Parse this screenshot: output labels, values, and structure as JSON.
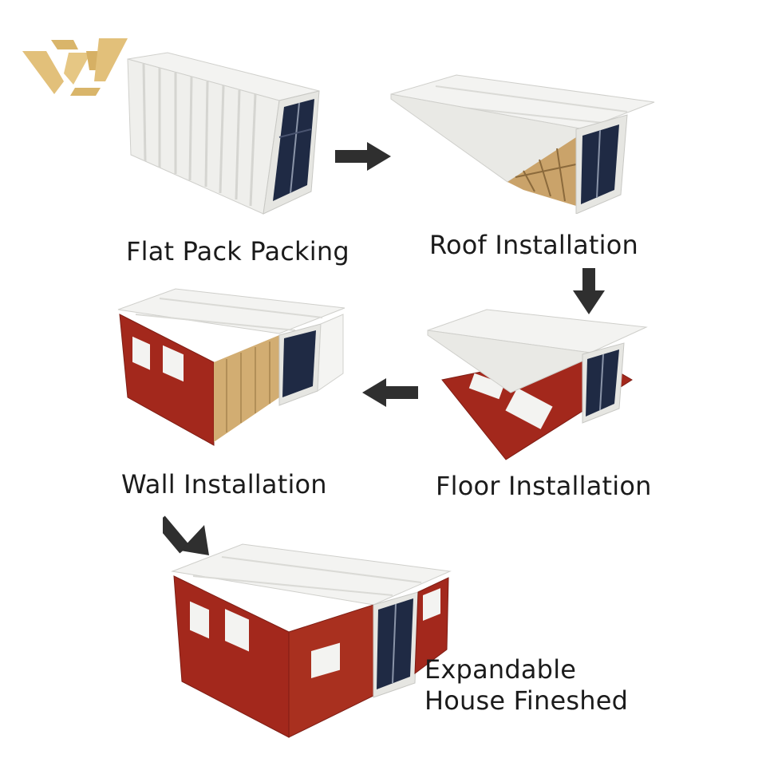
{
  "steps": {
    "flat_pack": {
      "label": "Flat Pack Packing"
    },
    "roof": {
      "label": "Roof Installation"
    },
    "floor": {
      "label": "Floor Installation"
    },
    "wall": {
      "label": "Wall Installation"
    },
    "finished": {
      "label_line1": "Expandable",
      "label_line2": "House Fineshed"
    }
  },
  "colors": {
    "logo": "#e2c07a",
    "wall_red": "#a3281c",
    "panel_white": "#f1f1ef",
    "arrow": "#2f2f2f",
    "door_blue": "#1f2a44",
    "wood": "#caa36a"
  }
}
